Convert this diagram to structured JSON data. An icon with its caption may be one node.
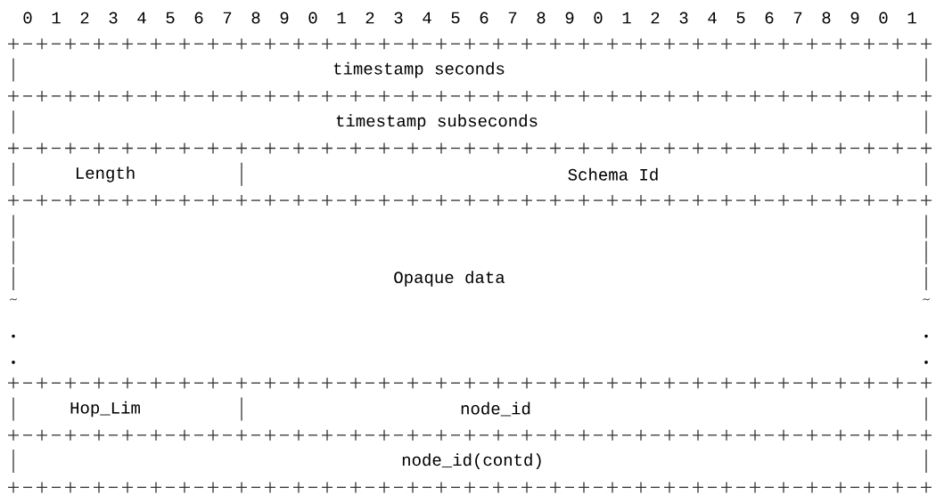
{
  "diagram": {
    "nodes": [
      {
        "text": [
          "timestamp seconds"
        ]
      },
      {
        "text": [
          "timestamp subseconds"
        ]
      },
      {
        "text": [
          "Length"
        ]
      },
      {
        "text": [
          "Schema Id"
        ]
      },
      {
        "text": [
          "Opaque data"
        ]
      },
      {
        "text": [
          "Hop_Lim"
        ]
      },
      {
        "text": [
          "node_id"
        ]
      },
      {
        "text": [
          "node_id(contd)"
        ]
      }
    ],
    "labels": [
      "0",
      "1",
      "2",
      "3",
      "4",
      "5",
      "6",
      "7",
      "8",
      "9",
      "0",
      "1",
      "2",
      "3",
      "4",
      "5",
      "6",
      "7",
      "8",
      "9",
      "0",
      "1",
      "2",
      "3",
      "4",
      "5",
      "6",
      "7",
      "8",
      "9",
      "0",
      "1"
    ]
  }
}
